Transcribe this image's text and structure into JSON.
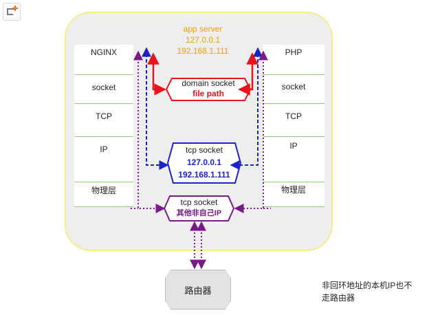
{
  "server": {
    "title": "app server",
    "ip1": "127.0.0.1",
    "ip2": "192.168.1.111"
  },
  "left_stack": {
    "layers": [
      "NGINX",
      "socket",
      "TCP",
      "IP",
      "物理层"
    ]
  },
  "right_stack": {
    "layers": [
      "PHP",
      "socket",
      "TCP",
      "IP",
      "物理层"
    ]
  },
  "domain_socket": {
    "label": "domain socket",
    "sub": "file path"
  },
  "tcp_socket_local": {
    "label": "tcp socket",
    "ip1": "127.0.0.1",
    "ip2": "192.168.1.111"
  },
  "tcp_socket_other": {
    "label": "tcp socket",
    "sub": "其他非自己IP"
  },
  "router": {
    "label": "路由器"
  },
  "note": {
    "text": "非回环地址的本机IP也不走路由器"
  },
  "colors": {
    "domain": "#e8141b",
    "local_tcp": "#1a22c8",
    "other_tcp": "#7a1a8a",
    "layer_border": "#8fd17a",
    "server_text": "#f0a000"
  }
}
